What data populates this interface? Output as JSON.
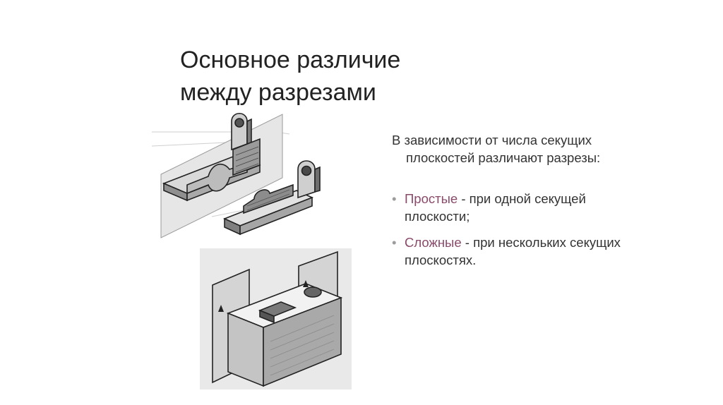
{
  "slide": {
    "title_line1": "Основное различие",
    "title_line2": "между разрезами",
    "intro_line1": "В зависимости от числа секущих",
    "intro_line2": "плоскостей различают разрезы:",
    "bullets": [
      {
        "term": "Простые",
        "rest": " - при одной секущей",
        "rest2": "плоскости;"
      },
      {
        "term": "Сложные",
        "rest": " - при нескольких секущих",
        "rest2": "плоскостях."
      }
    ]
  },
  "colors": {
    "title": "#222222",
    "body_text": "#333333",
    "term_accent": "#8a4a6a",
    "bullet": "#9c9c9c"
  }
}
